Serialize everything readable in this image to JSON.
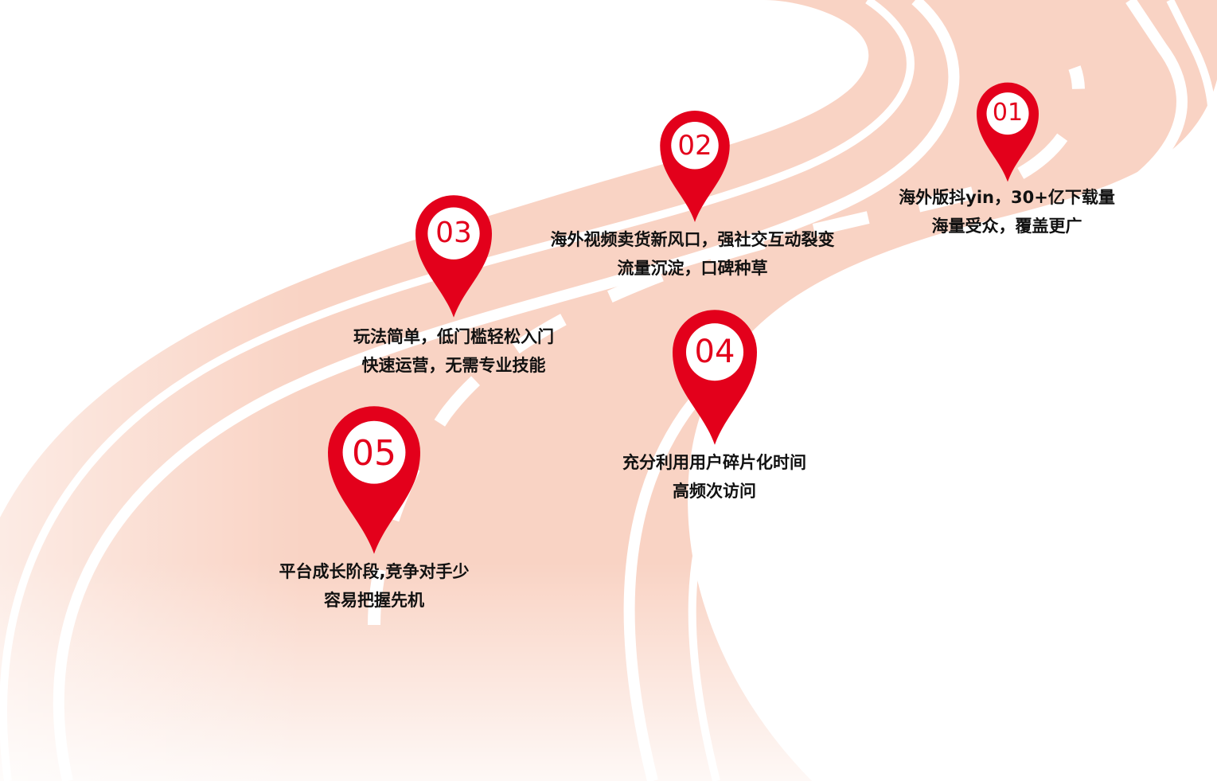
{
  "colors": {
    "pin_red": "#e3001b",
    "road_fill": "#f9d3c4",
    "road_lines": "#ffffff",
    "text": "#111111"
  },
  "milestones": [
    {
      "number": "01",
      "line1": "海外版抖yin，30+亿下载量",
      "line2": "海量受众，覆盖更广"
    },
    {
      "number": "02",
      "line1": "海外视频卖货新风口，强社交互动裂变",
      "line2": "流量沉淀，口碑种草"
    },
    {
      "number": "03",
      "line1": "玩法简单，低门槛轻松入门",
      "line2": "快速运营，无需专业技能"
    },
    {
      "number": "04",
      "line1": "充分利用用户碎片化时间",
      "line2": "高频次访问"
    },
    {
      "number": "05",
      "line1": "平台成长阶段,竞争对手少",
      "line2": "容易把握先机"
    }
  ]
}
